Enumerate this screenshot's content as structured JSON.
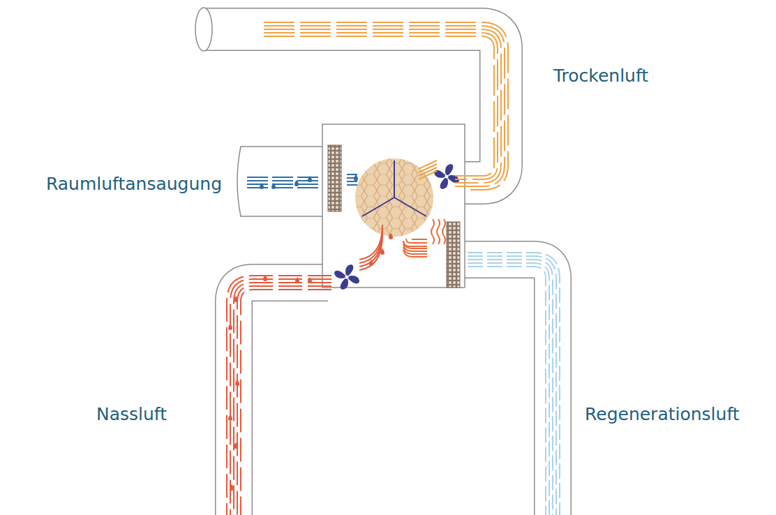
{
  "diagram": {
    "labels": [
      "Trockenluft",
      "Raumluftansaugung",
      "Nassluft",
      "Regenerationsluft"
    ]
  }
}
